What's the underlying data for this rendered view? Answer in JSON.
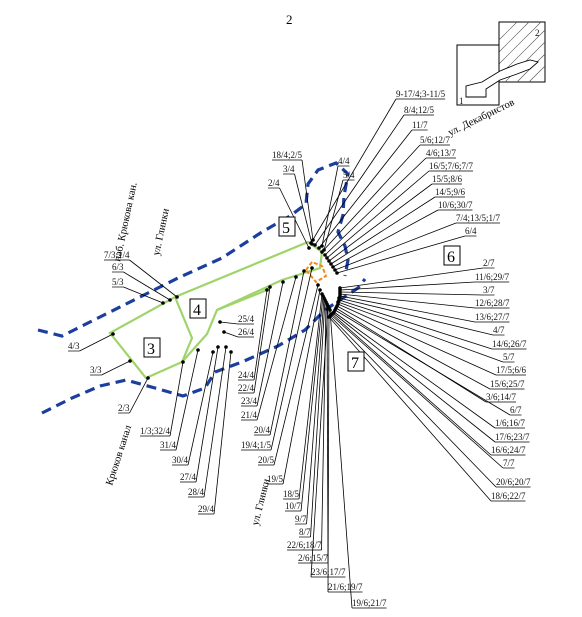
{
  "page": {
    "number": "2"
  },
  "inset": {
    "left_number": "1",
    "right_number": "2"
  },
  "streets": {
    "dekabristov": "ул. Декабристов",
    "glinki_top": "ул. Глинки",
    "glinki_bottom": "ул. Глинки",
    "krukov_emb": "наб. Крюкова кан.",
    "krukov_canal": "Крюков канал"
  },
  "zones": {
    "z3": "3",
    "z4": "4",
    "z5": "5",
    "z6": "6",
    "z7": "7"
  },
  "labels": {
    "l1": "9-17/4;3-11/5",
    "l2": "8/4;12/5",
    "l3": "11/7",
    "l4": "5/6;12/7",
    "l5": "4/6;13/7",
    "l6": "16/5;7/6;7/7",
    "l7": "15/5;8/6",
    "l8": "14/5;9/6",
    "l9": "10/6;30/7",
    "l10": "7/4;13/5;1/7",
    "l11": "6/4",
    "r1": "2/7",
    "r2": "11/6;29/7",
    "r3": "3/7",
    "r4": "12/6;28/7",
    "r5": "13/6;27/7",
    "r6": "4/7",
    "r7": "14/6;26/7",
    "r8": "5/7",
    "r9": "17/5;6/6",
    "r10": "15/6;25/7",
    "r11": "3/6;14/7",
    "r12": "6/7",
    "r13": "1/6;16/7",
    "r14": "17/6;23/7",
    "r15": "16/6;24/7",
    "r16": "7/7",
    "r17": "20/6;20/7",
    "r18": "18/6;22/7",
    "t1": "18/4;2/5",
    "t2": "3/4",
    "t3": "2/4",
    "t4": "4/4",
    "t5": "5/4",
    "w1": "7/3;1/4",
    "w2": "6/3",
    "w3": "5/3",
    "w4": "4/3",
    "w5": "3/3",
    "w6": "2/3",
    "m1": "25/4",
    "m2": "26/4",
    "m3": "24/4",
    "m4": "22/4",
    "m5": "23/4",
    "m6": "21/4",
    "m7": "20/4",
    "m8": "19/4;1/5",
    "m9": "20/5",
    "m10": "19/5",
    "s1": "1/3;32/4",
    "s2": "31/4",
    "s3": "30/4",
    "s4": "27/4",
    "s5": "28/4",
    "s6": "29/4",
    "b1": "18/5",
    "b2": "10/7",
    "b3": "9/7",
    "b4": "8/7",
    "b5": "22/6;18/7",
    "b6": "2/6;15/7",
    "b7": "23/6;17/7",
    "b8": "21/6;19/7",
    "b9": "19/6;21/7"
  }
}
